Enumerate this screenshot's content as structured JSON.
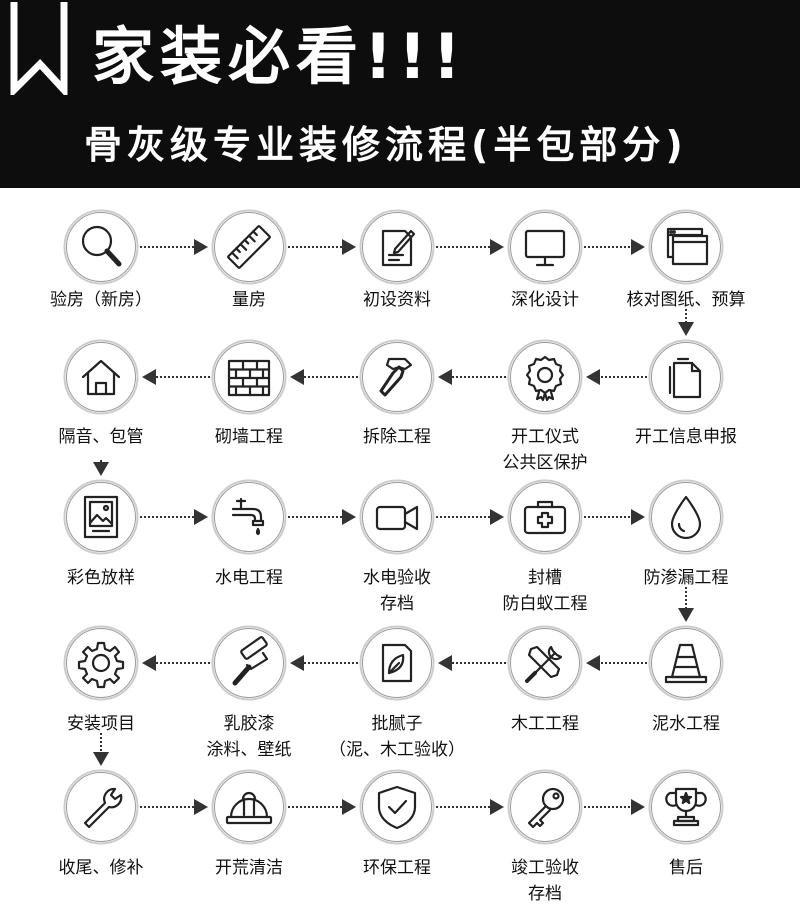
{
  "header": {
    "title": "家装必看!!!",
    "subtitle": "骨灰级专业装修流程(半包部分)"
  },
  "steps": [
    {
      "icon": "magnifier-icon",
      "lines": [
        "验房（新房）"
      ]
    },
    {
      "icon": "ruler-icon",
      "lines": [
        "量房"
      ]
    },
    {
      "icon": "document-pen-icon",
      "lines": [
        "初设资料"
      ]
    },
    {
      "icon": "monitor-icon",
      "lines": [
        "深化设计"
      ]
    },
    {
      "icon": "browser-windows-icon",
      "lines": [
        "核对图纸、预算"
      ]
    },
    {
      "icon": "files-icon",
      "lines": [
        "开工信息申报"
      ]
    },
    {
      "icon": "badge-icon",
      "lines": [
        "开工仪式",
        "公共区保护"
      ]
    },
    {
      "icon": "hammer-icon",
      "lines": [
        "拆除工程"
      ]
    },
    {
      "icon": "brick-wall-icon",
      "lines": [
        "砌墙工程"
      ]
    },
    {
      "icon": "house-icon",
      "lines": [
        "隔音、包管"
      ]
    },
    {
      "icon": "picture-frame-icon",
      "lines": [
        "彩色放样"
      ]
    },
    {
      "icon": "faucet-icon",
      "lines": [
        "水电工程"
      ]
    },
    {
      "icon": "video-camera-icon",
      "lines": [
        "水电验收",
        "存档"
      ]
    },
    {
      "icon": "first-aid-kit-icon",
      "lines": [
        "封槽",
        "防白蚁工程"
      ]
    },
    {
      "icon": "water-drop-icon",
      "lines": [
        "防渗漏工程"
      ]
    },
    {
      "icon": "traffic-cone-icon",
      "lines": [
        "泥水工程"
      ]
    },
    {
      "icon": "tools-cross-icon",
      "lines": [
        "木工工程"
      ]
    },
    {
      "icon": "putty-bucket-icon",
      "lines": [
        "批腻子",
        "（泥、木工验收）"
      ]
    },
    {
      "icon": "paint-roller-icon",
      "lines": [
        "乳胶漆",
        "涂料、壁纸"
      ]
    },
    {
      "icon": "gear-icon",
      "lines": [
        "安装项目"
      ]
    },
    {
      "icon": "wrench-icon",
      "lines": [
        "收尾、修补"
      ]
    },
    {
      "icon": "hard-hat-icon",
      "lines": [
        "开荒清洁"
      ]
    },
    {
      "icon": "shield-check-icon",
      "lines": [
        "环保工程"
      ]
    },
    {
      "icon": "key-icon",
      "lines": [
        "竣工验收",
        "存档"
      ]
    },
    {
      "icon": "trophy-icon",
      "lines": [
        "售后"
      ]
    }
  ],
  "colors": {
    "banner": "#0d0d0d",
    "text": "#111111",
    "icon_stroke": "#222222",
    "circle_border": "#cccccc",
    "connector": "#333333"
  }
}
